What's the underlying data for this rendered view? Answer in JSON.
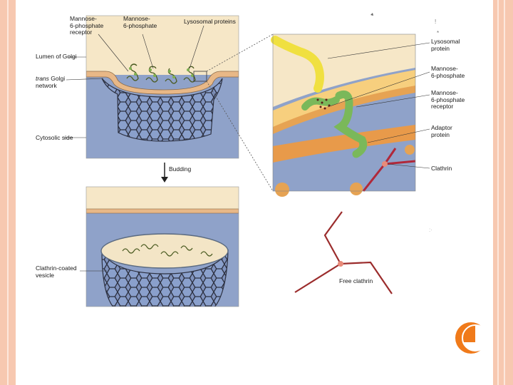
{
  "diagram": {
    "labels_top": {
      "receptor": "Mannose-\n6-phosphate\nreceptor",
      "m6p": "Mannose-\n6-phosphate",
      "lysosomal_proteins": "Lysosomal proteins"
    },
    "labels_left": {
      "lumen": "Lumen of Golgi",
      "trans_golgi_italic": "trans",
      "trans_golgi_rest": "Golgi\nnetwork",
      "cytosolic": "Cytosolic side",
      "vesicle": "Clathrin-coated\nvesicle"
    },
    "arrow_label": "Budding",
    "labels_right": {
      "lysosomal_protein": "Lysosomal\nprotein",
      "m6p": "Mannose-\n6-phosphate",
      "m6p_receptor": "Mannose-\n6-phosphate\nreceptor",
      "adaptor": "Adaptor\nprotein",
      "clathrin": "Clathrin"
    },
    "free_clathrin": "Free clathrin"
  },
  "colors": {
    "frame": "#f7c8b0",
    "lumen": "#f6e7c7",
    "cytosol": "#8fa2c9",
    "membrane": "#e8b887",
    "accent": "#f07a1a",
    "clathrin": "#9b2c2c"
  }
}
